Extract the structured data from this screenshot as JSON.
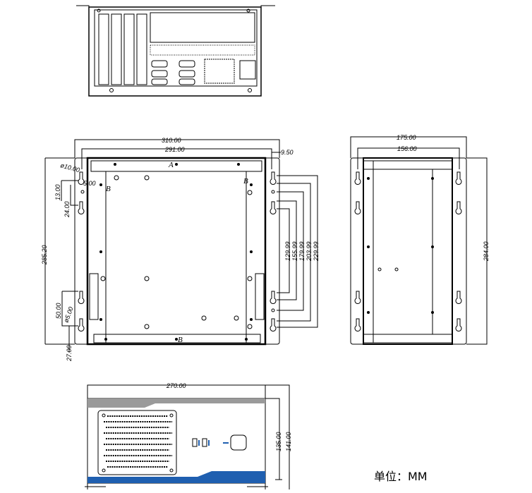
{
  "top_view": {
    "title": "rear-panel"
  },
  "front_view": {
    "dims": {
      "width_outer": "310.00",
      "width_inner": "291.00",
      "offset": "9.50",
      "height": "285.20",
      "hole_dia": "ø10.00",
      "slot": "5.00",
      "d13": "13.00",
      "d24": "24.00",
      "d50": "50.00",
      "small_hole": "ø5.00",
      "d27": "27.00"
    },
    "right_dims": [
      "129.99",
      "155.99",
      "179.99",
      "203.99",
      "229.99"
    ],
    "marker_a": "A",
    "marker_b": "B"
  },
  "side_view": {
    "dims": {
      "width_outer": "175.00",
      "width_inner": "156.00",
      "height": "284.00"
    }
  },
  "bottom_view": {
    "dims": {
      "width": "270.00",
      "h1": "135.00",
      "h2": "141.00"
    }
  },
  "unit_label": "单位：MM",
  "colors": {
    "accent_blue": "#1f5fb0",
    "gray_band": "#9a9a9a"
  }
}
